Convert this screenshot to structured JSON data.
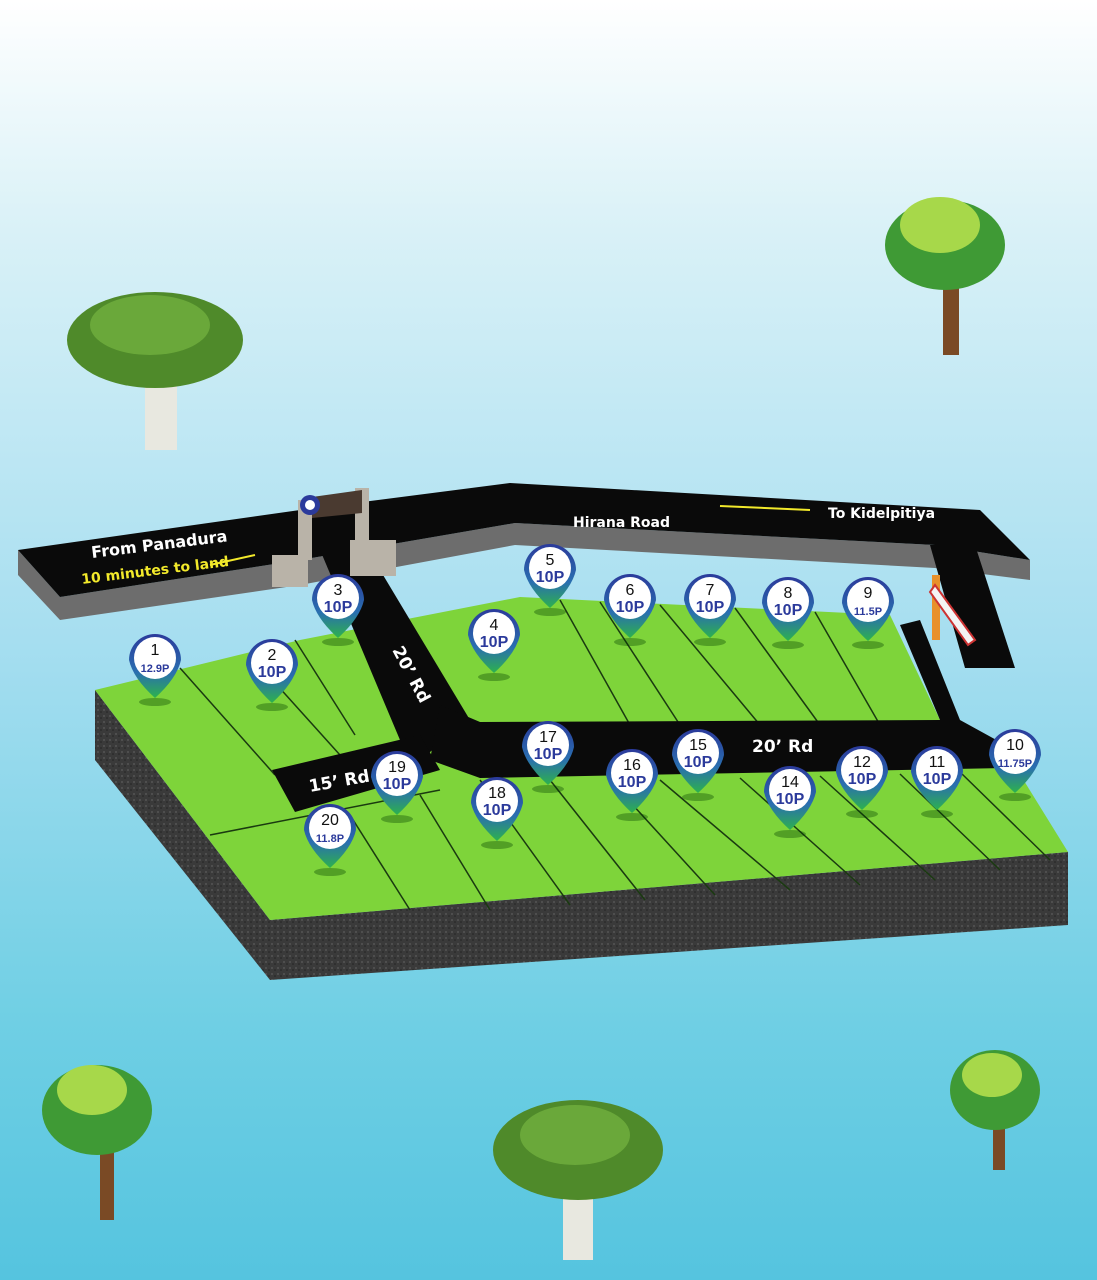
{
  "roads": {
    "main_road": "Hirana Road",
    "from_label": "From Panadura",
    "distance_note": "10 minutes to land",
    "to_label": "To Kidelpitiya",
    "inner_road_vertical": "20’ Rd",
    "inner_road_horizontal": "20’ Rd",
    "side_road": "15’ Rd"
  },
  "colors": {
    "land": "#7ed43a",
    "road": "#0a0a0a",
    "pin_ring": "#2b3a9b",
    "pin_tip": "#2db24c",
    "note": "#f2e92b"
  },
  "plots": [
    {
      "number": "1",
      "size": "12.9P"
    },
    {
      "number": "2",
      "size": "10P"
    },
    {
      "number": "3",
      "size": "10P"
    },
    {
      "number": "4",
      "size": "10P"
    },
    {
      "number": "5",
      "size": "10P"
    },
    {
      "number": "6",
      "size": "10P"
    },
    {
      "number": "7",
      "size": "10P"
    },
    {
      "number": "8",
      "size": "10P"
    },
    {
      "number": "9",
      "size": "11.5P"
    },
    {
      "number": "10",
      "size": "11.75P"
    },
    {
      "number": "11",
      "size": "10P"
    },
    {
      "number": "12",
      "size": "10P"
    },
    {
      "number": "14",
      "size": "10P"
    },
    {
      "number": "15",
      "size": "10P"
    },
    {
      "number": "16",
      "size": "10P"
    },
    {
      "number": "17",
      "size": "10P"
    },
    {
      "number": "18",
      "size": "10P"
    },
    {
      "number": "19",
      "size": "10P"
    },
    {
      "number": "20",
      "size": "11.8P"
    }
  ]
}
